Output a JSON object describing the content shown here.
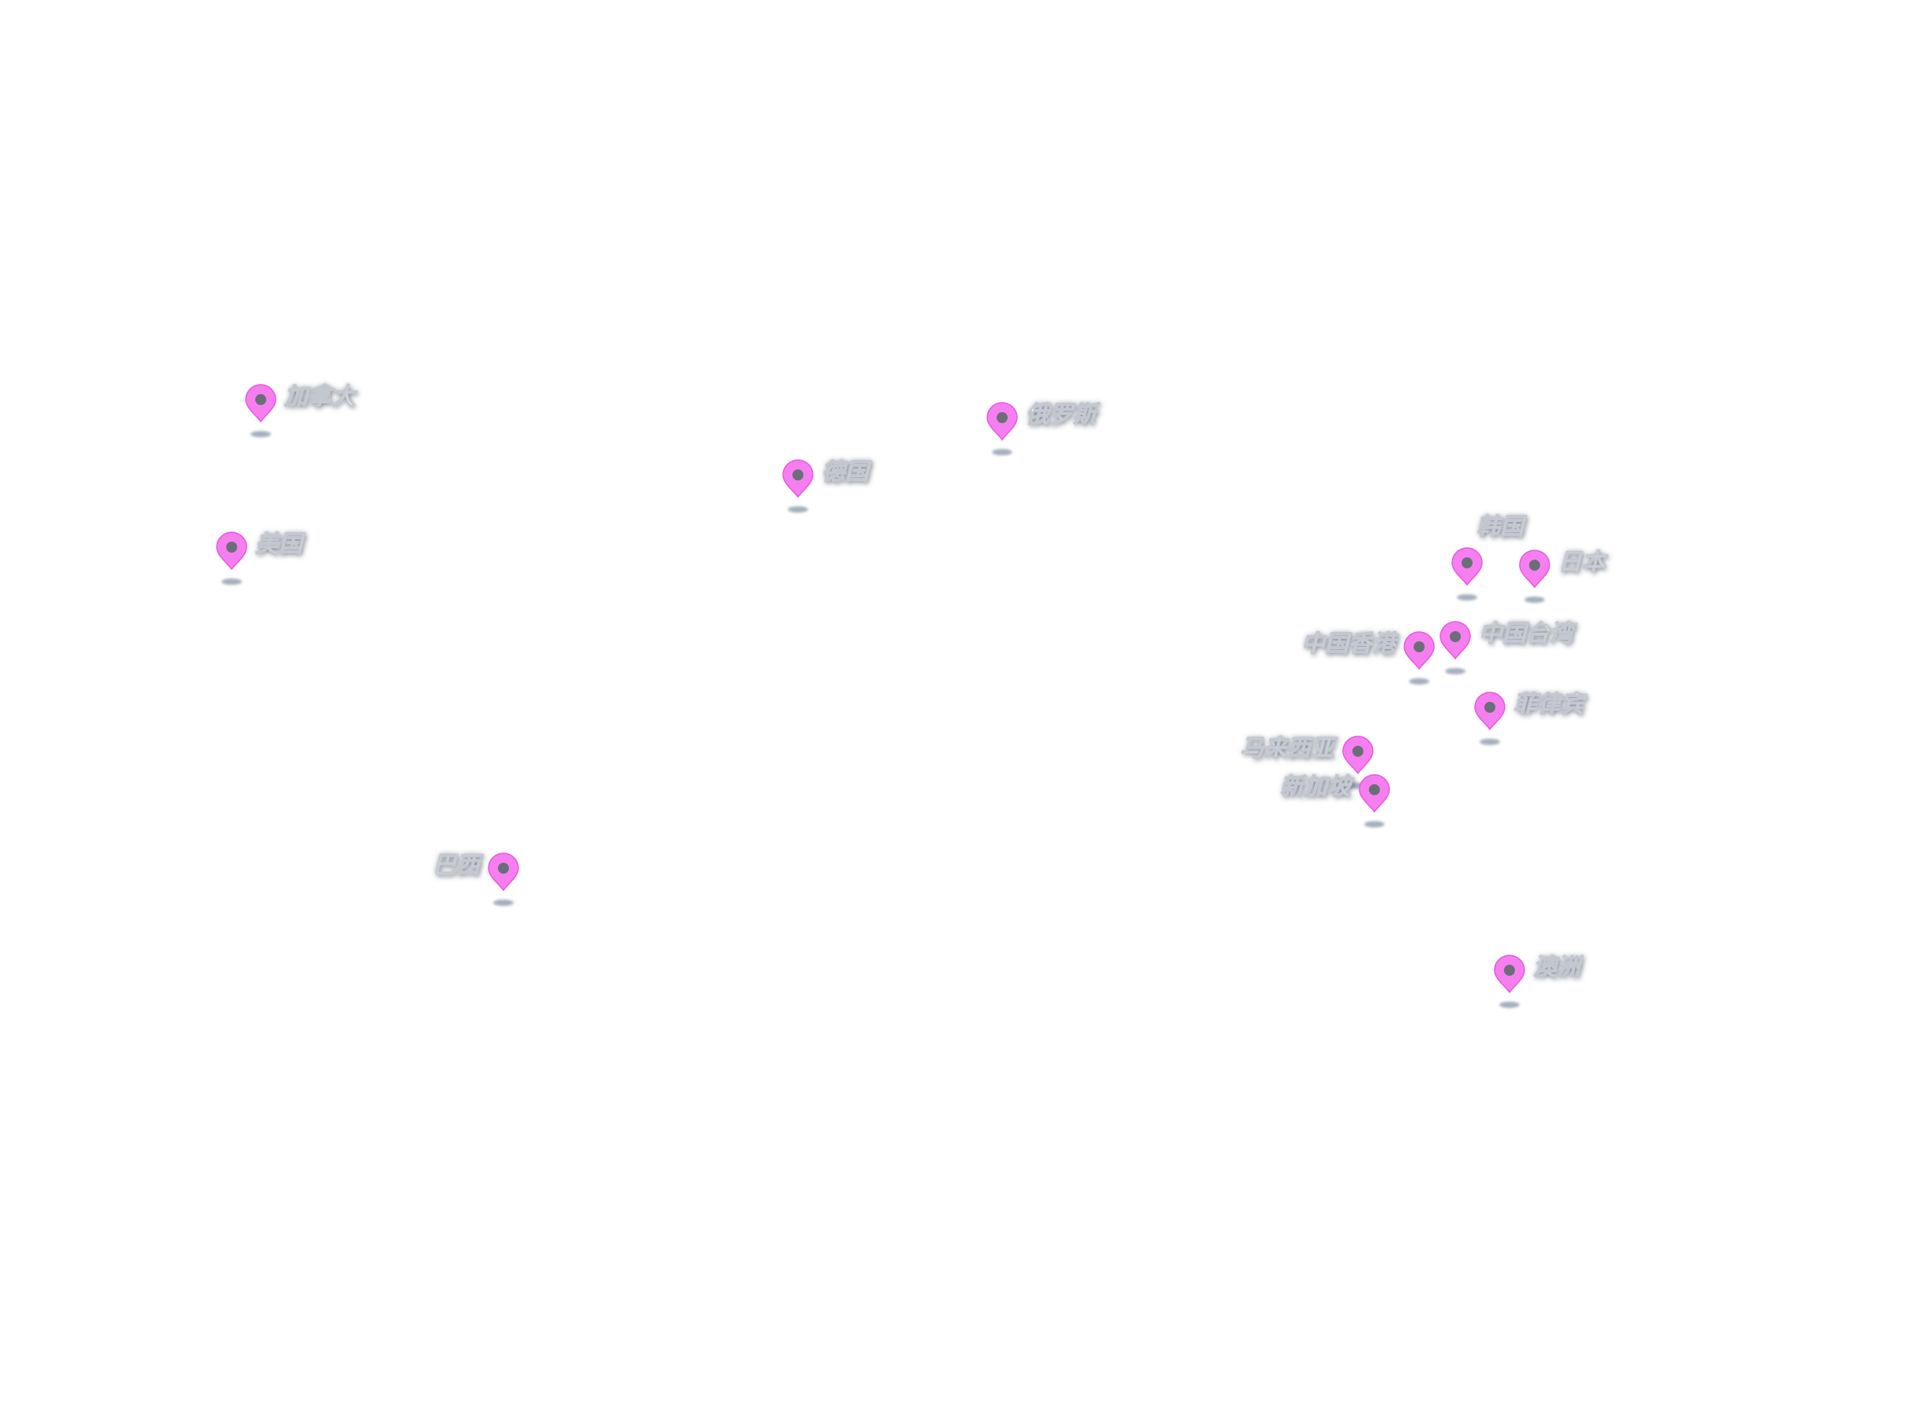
{
  "map": {
    "pin_color": "#f67ff0",
    "pin_dot_color": "#6b6e78",
    "label_color": "#ffffff",
    "background": "#ffffff"
  },
  "markers": [
    {
      "id": "canada",
      "label": "加拿大"
    },
    {
      "id": "russia",
      "label": "俄罗斯"
    },
    {
      "id": "germany",
      "label": "德国"
    },
    {
      "id": "usa",
      "label": "美国"
    },
    {
      "id": "korea",
      "label": "韩国"
    },
    {
      "id": "japan",
      "label": "日本"
    },
    {
      "id": "hongkong",
      "label": "中国香港"
    },
    {
      "id": "taiwan",
      "label": "中国台湾"
    },
    {
      "id": "philippines",
      "label": "菲律宾"
    },
    {
      "id": "malaysia",
      "label": "马来西亚"
    },
    {
      "id": "singapore",
      "label": "新加坡"
    },
    {
      "id": "brazil",
      "label": "巴西"
    },
    {
      "id": "australia",
      "label": "澳洲"
    }
  ]
}
